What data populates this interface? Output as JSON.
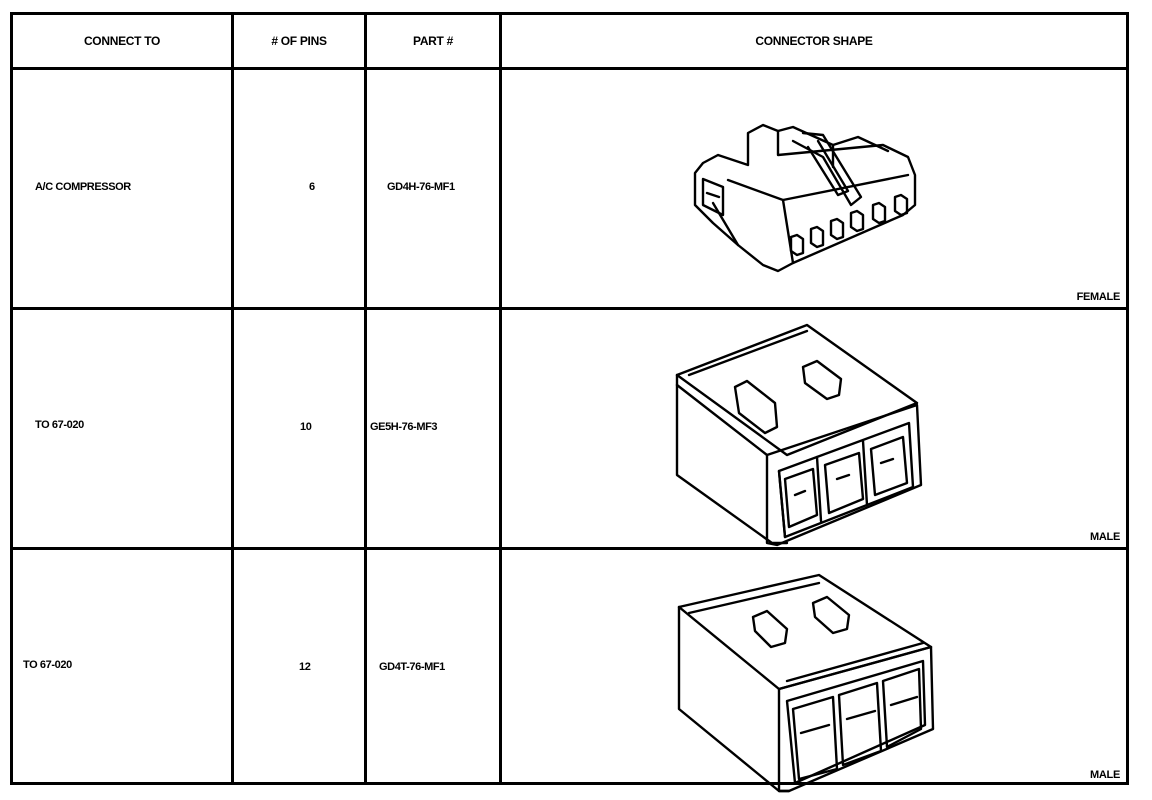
{
  "table": {
    "headers": {
      "connect_to": "CONNECT TO",
      "num_pins": "# OF PINS",
      "part_num": "PART #",
      "connector_shape": "CONNECTOR SHAPE"
    },
    "rows": [
      {
        "connect_to": "A/C COMPRESSOR",
        "num_pins": "6",
        "part_num": "GD4H-76-MF1",
        "gender": "FEMALE",
        "shape_icon": "female-6pin-connector-icon"
      },
      {
        "connect_to": "TO 67-020",
        "num_pins": "10",
        "part_num": "GE5H-76-MF3",
        "gender": "MALE",
        "shape_icon": "male-10pin-connector-icon"
      },
      {
        "connect_to": "TO 67-020",
        "num_pins": "12",
        "part_num": "GD4T-76-MF1",
        "gender": "MALE",
        "shape_icon": "male-12pin-connector-icon"
      }
    ]
  }
}
